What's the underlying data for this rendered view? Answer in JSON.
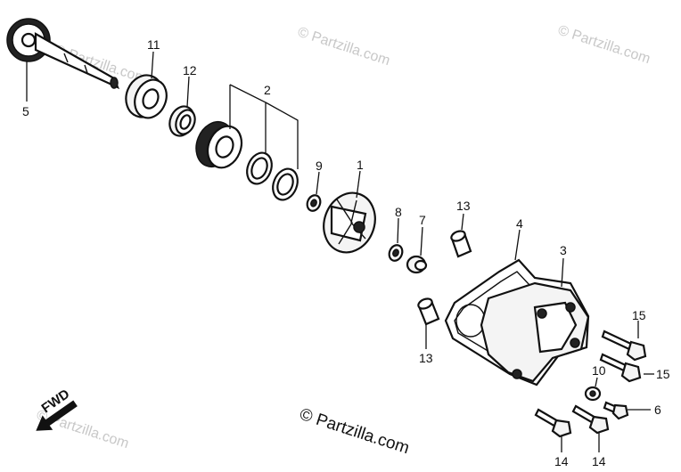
{
  "diagram": {
    "callouts": [
      "1",
      "2",
      "3",
      "4",
      "5",
      "6",
      "7",
      "8",
      "9",
      "10",
      "11",
      "12",
      "13",
      "13",
      "14",
      "14",
      "15",
      "15"
    ],
    "direction_label": "FWD",
    "watermark": "© Partzilla.com",
    "copyright": "© Partzilla.com"
  }
}
